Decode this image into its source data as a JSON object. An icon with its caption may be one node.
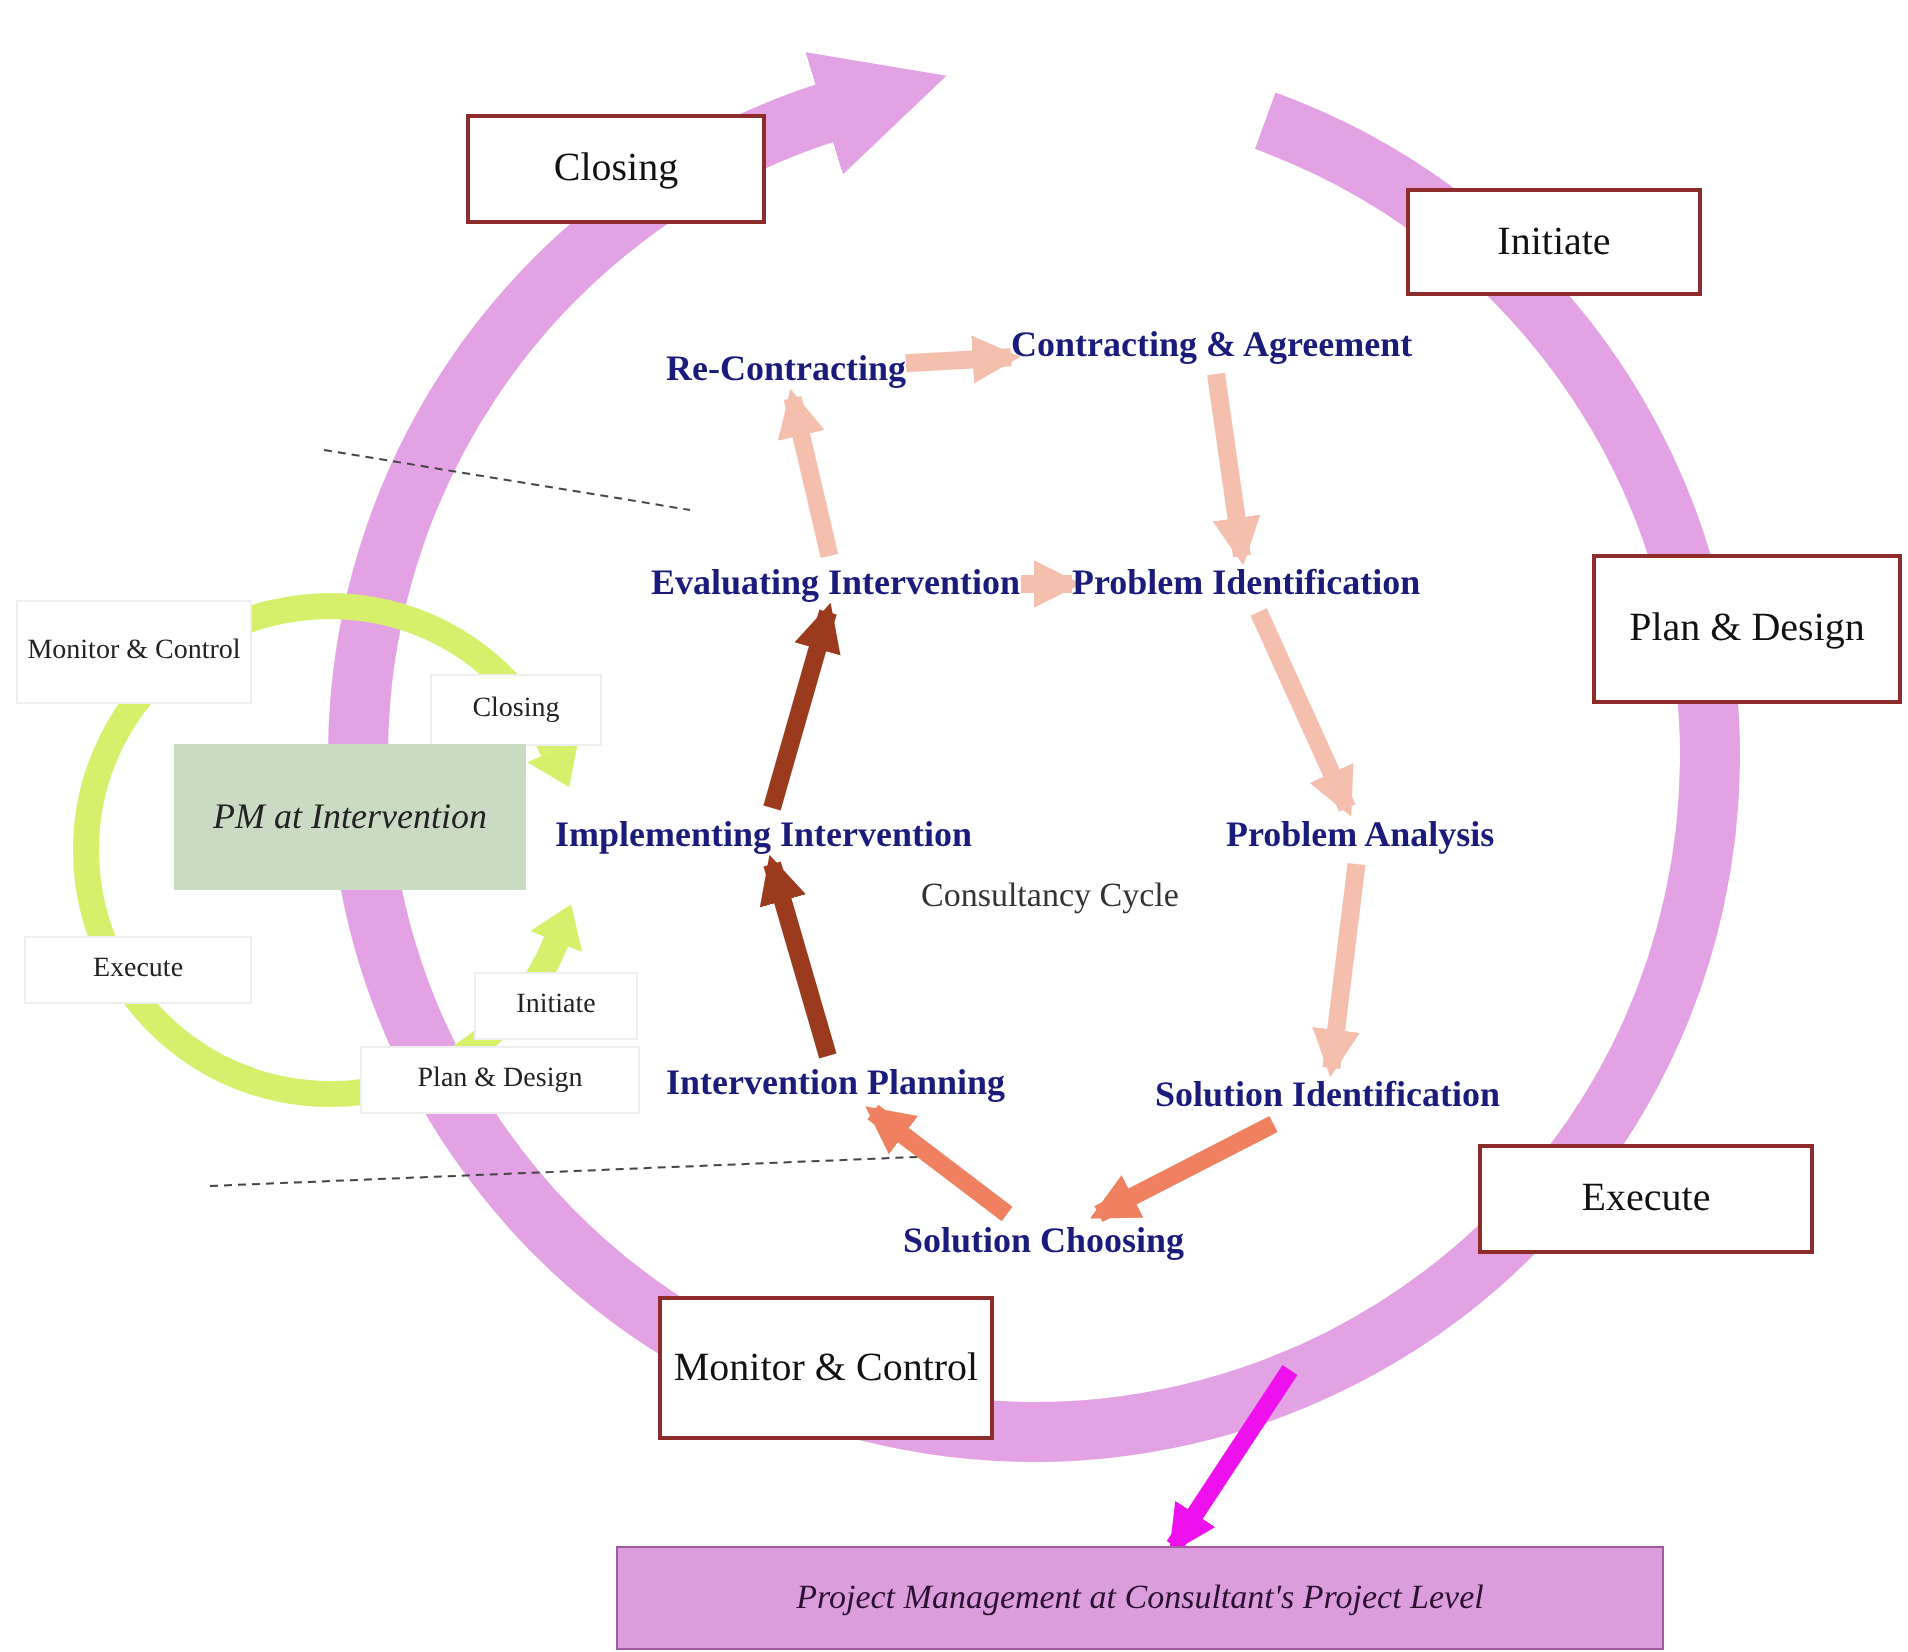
{
  "diagram": {
    "nodes": [
      {
        "text": [
          "Closing"
        ]
      },
      {
        "text": [
          "Initiate"
        ]
      },
      {
        "text": [
          "Plan & Design"
        ]
      },
      {
        "text": [
          "Execute"
        ]
      },
      {
        "text": [
          "Monitor & Control"
        ]
      },
      {
        "text": [
          "Monitor & Control"
        ]
      },
      {
        "text": [
          "Closing"
        ]
      },
      {
        "text": [
          "PM at Intervention"
        ]
      },
      {
        "text": [
          "Execute"
        ]
      },
      {
        "text": [
          "Initiate"
        ]
      },
      {
        "text": [
          "Plan & Design"
        ]
      },
      {
        "text": [
          "Re-Contracting"
        ]
      },
      {
        "text": [
          "Contracting & Agreement"
        ]
      },
      {
        "text": [
          "Evaluating Intervention"
        ]
      },
      {
        "text": [
          "Problem Identification"
        ]
      },
      {
        "text": [
          "Implementing Intervention"
        ]
      },
      {
        "text": [
          "Consultancy Cycle"
        ]
      },
      {
        "text": [
          "Problem Analysis"
        ]
      },
      {
        "text": [
          "Intervention Planning"
        ]
      },
      {
        "text": [
          "Solution Identification"
        ]
      },
      {
        "text": [
          "Solution Choosing"
        ]
      },
      {
        "text": [
          "Project Management at Consultant's Project Level"
        ]
      }
    ],
    "edges": [
      {
        "from": 11,
        "to": 12,
        "arrow": "to"
      },
      {
        "from": 12,
        "to": 14,
        "arrow": "to"
      },
      {
        "from": 14,
        "to": 17,
        "arrow": "to"
      },
      {
        "from": 17,
        "to": 19,
        "arrow": "to"
      },
      {
        "from": 19,
        "to": 20,
        "arrow": "to",
        "color": "#ef8160"
      },
      {
        "from": 20,
        "to": 18,
        "arrow": "to",
        "color": "#ef8160"
      },
      {
        "from": 18,
        "to": 15,
        "arrow": "to",
        "color": "#9c3a1e"
      },
      {
        "from": 15,
        "to": 13,
        "arrow": "to",
        "color": "#9c3a1e"
      },
      {
        "from": 13,
        "to": 14,
        "arrow": "to"
      },
      {
        "from": 13,
        "to": 11,
        "arrow": "to"
      },
      {
        "from": null,
        "to": 21,
        "arrow": "to",
        "color": "#ee11ee"
      }
    ]
  }
}
